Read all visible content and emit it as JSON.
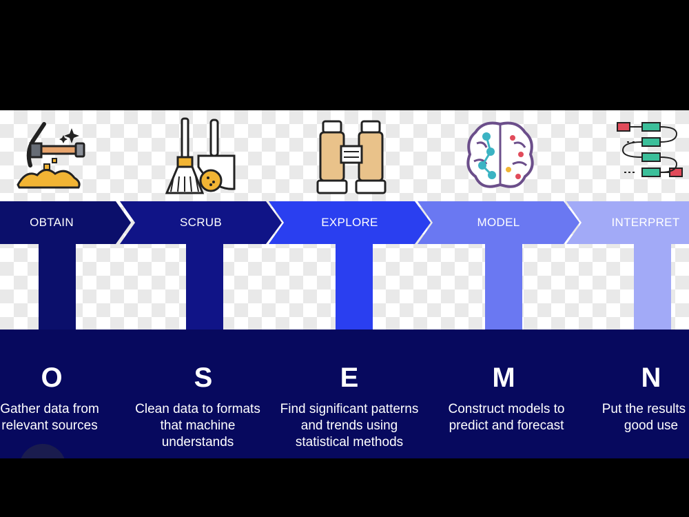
{
  "colors": {
    "background": "#000000",
    "band": "#07095e",
    "stage_light": "#ffffff",
    "stage_checker": "#e9e9e9"
  },
  "steps": [
    {
      "label": "OBTAIN",
      "letter": "O",
      "description": [
        "Gather data from",
        "relevant sources"
      ],
      "color": "#0b0f6b",
      "icon": "pickaxe-icon"
    },
    {
      "label": "SCRUB",
      "letter": "S",
      "description": [
        "Clean data to formats",
        "that machine",
        "understands"
      ],
      "color": "#101487",
      "icon": "broom-dustpan-icon"
    },
    {
      "label": "EXPLORE",
      "letter": "E",
      "description": [
        "Find significant patterns",
        "and trends using",
        "statistical methods"
      ],
      "color": "#2a3ff0",
      "icon": "binoculars-icon"
    },
    {
      "label": "MODEL",
      "letter": "M",
      "description": [
        "Construct models to",
        "predict and forecast"
      ],
      "color": "#6a78f2",
      "icon": "brain-network-icon"
    },
    {
      "label": "INTERPRET",
      "letter": "N",
      "description": [
        "Put the results to",
        "good use"
      ],
      "color": "#a2aaf7",
      "icon": "flowchart-icon"
    }
  ]
}
